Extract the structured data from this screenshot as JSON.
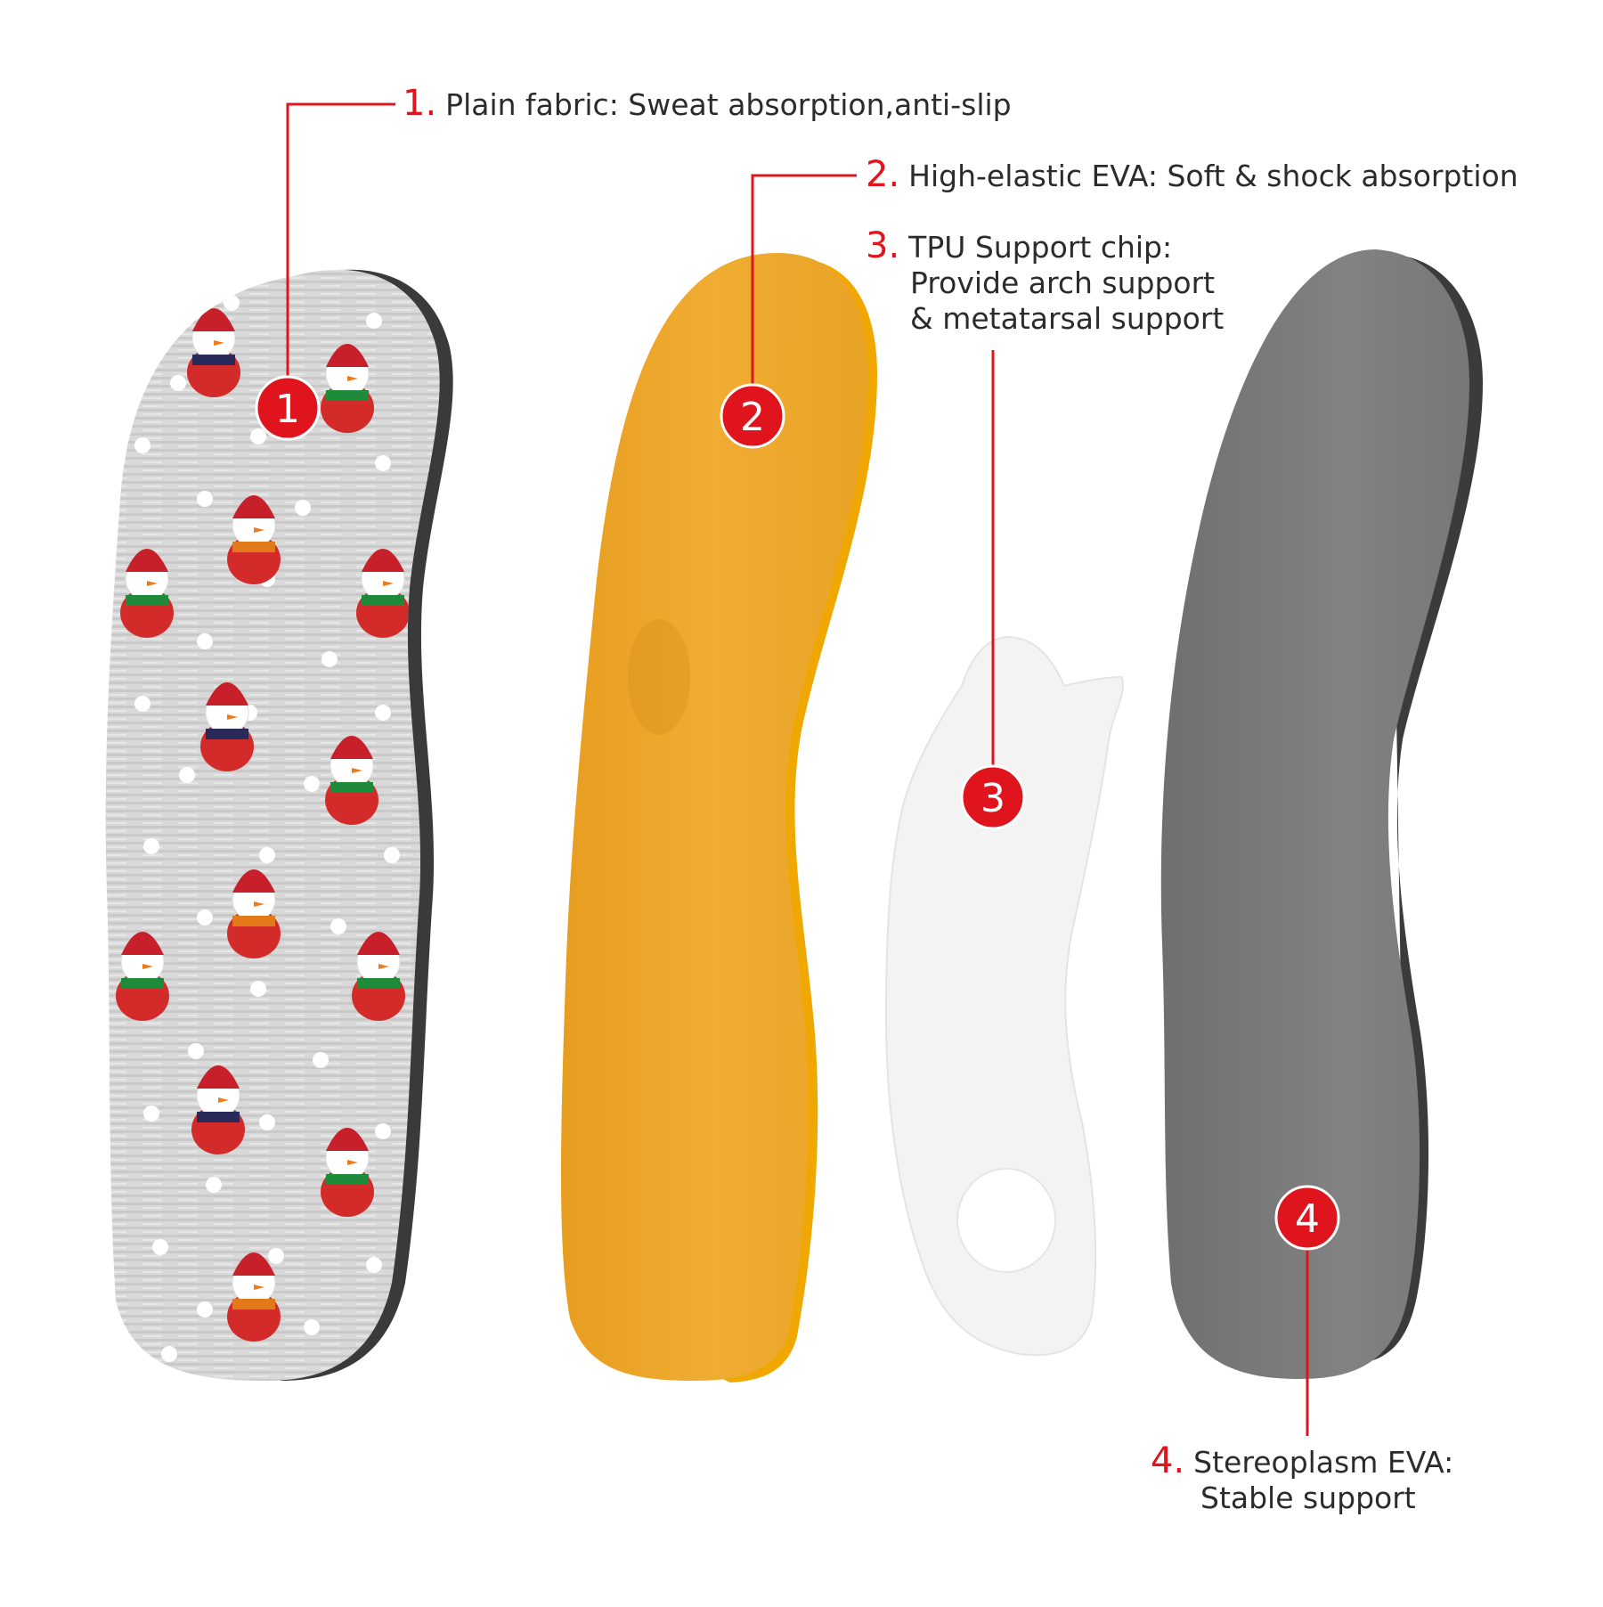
{
  "layers": [
    {
      "number": "1.",
      "badge": "1",
      "title": "Plain fabric: Sweat absorption,anti-slip",
      "subtitle": "",
      "color": "#d8d8d8"
    },
    {
      "number": "2.",
      "badge": "2",
      "title": "High-elastic EVA: Soft & shock absorption",
      "subtitle": "",
      "color": "#eaa62a"
    },
    {
      "number": "3.",
      "badge": "3",
      "title": "TPU Support chip:",
      "subtitle": "Provide arch support",
      "subtitle2": "& metatarsal support",
      "color": "#f1f1f1"
    },
    {
      "number": "4.",
      "badge": "4",
      "title": "Stereoplasm EVA:",
      "subtitle": "Stable support",
      "color": "#7b7b7b"
    }
  ],
  "colors": {
    "accent": "#e0141c",
    "text": "#2b2b2b",
    "fabric": "#d8d8d8",
    "eva_orange": "#eaa62a",
    "tpu_white": "#f1f1f1",
    "base_gray": "#7b7b7b"
  }
}
